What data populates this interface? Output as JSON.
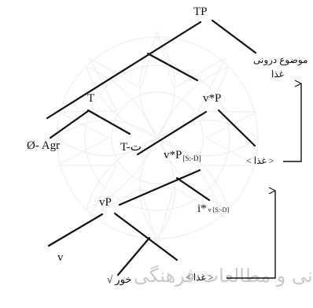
{
  "nodes": {
    "tp": "TP",
    "t": "T",
    "vstar_p_upper": "v*P",
    "null_agr": "Ø- Agr",
    "t_affix": "T-ت",
    "vstar_p_lower": "v*P",
    "vstar_p_lower_sub": "[S:-D]",
    "vp": "vP",
    "i_star": "i*",
    "i_star_feature": "v [S:-D]",
    "v": "v",
    "root_eat": "√ خور",
    "food_trace_low": "< غذا >",
    "food_trace_mid": "< غذا >",
    "topic_line1": "موضوع درونی",
    "topic_line2": "غذا"
  },
  "watermark": {
    "text": "بژوهشگاه علوم انسانی و مطالعات فرهنگی",
    "color": "#bdbdbd"
  }
}
